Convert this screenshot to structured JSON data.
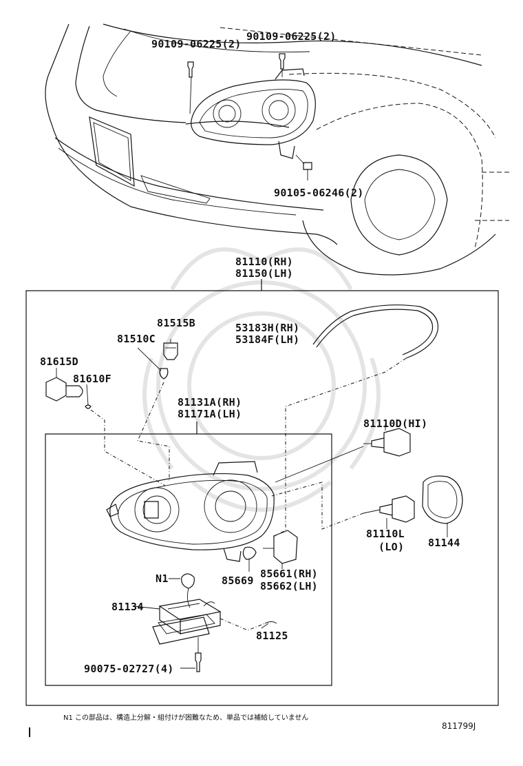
{
  "labels": {
    "bolt_left": "90109-06225(2)",
    "bolt_right": "90109-06225(2)",
    "bolt_bottom": "90105-06246(2)",
    "assy_rh": "81110(RH)",
    "assy_lh": "81150(LH)",
    "socket": "81515B",
    "bulb_small": "81510C",
    "clearance_socket": "81615D",
    "clearance_bulb": "81610F",
    "seal_rh": "53183H(RH)",
    "seal_lh": "53184F(LH)",
    "unit_rh": "81131A(RH)",
    "unit_lh": "81171A(LH)",
    "hi_bulb_num": "81110D",
    "hi_bulb_suffix": "(HI)",
    "lo_bulb_num": "81110L",
    "lo_bulb_suffix": "(LO)",
    "cover": "81144",
    "oring": "85669",
    "igniter_rh": "85661(RH)",
    "igniter_lh": "85662(LH)",
    "n1": "N1",
    "ballast": "81134",
    "cord": "81125",
    "screw": "90075-02727(4)"
  },
  "footer": {
    "note": "N1 この部品は、構造上分解・組付けが困難なため、単品では補給していません",
    "code": "811799J"
  }
}
